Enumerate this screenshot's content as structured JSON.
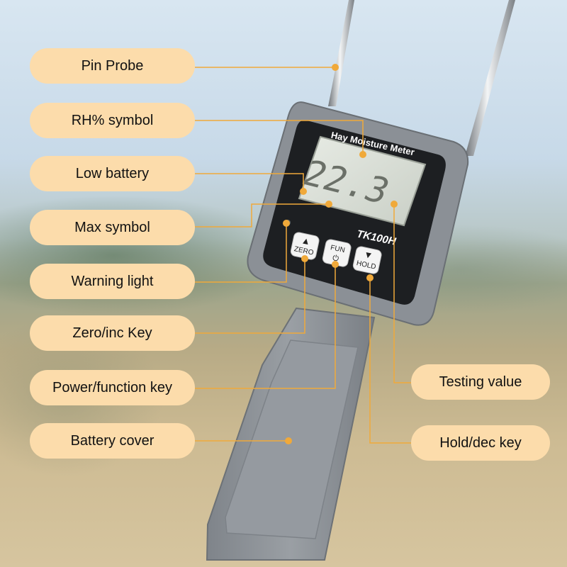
{
  "device": {
    "screen_title": "Hay Moisture Meter",
    "reading": "22.3",
    "model": "TK100H",
    "buttons": {
      "zero": {
        "arrow": "▲",
        "label": "ZERO"
      },
      "fun": {
        "label": "FUN",
        "power_symbol": "⏻"
      },
      "hold": {
        "arrow": "▼",
        "label": "HOLD"
      }
    }
  },
  "callouts": [
    {
      "id": "pin-probe",
      "text": "Pin Probe"
    },
    {
      "id": "rh-symbol",
      "text": "RH% symbol"
    },
    {
      "id": "low-battery",
      "text": "Low battery"
    },
    {
      "id": "max-symbol",
      "text": "Max symbol"
    },
    {
      "id": "warning-light",
      "text": "Warning light"
    },
    {
      "id": "zero-inc-key",
      "text": "Zero/inc Key"
    },
    {
      "id": "power-function-key",
      "text": "Power/function key"
    },
    {
      "id": "battery-cover",
      "text": "Battery cover"
    },
    {
      "id": "testing-value",
      "text": "Testing value"
    },
    {
      "id": "hold-dec-key",
      "text": "Hold/dec key"
    }
  ],
  "colors": {
    "label_fill": "#fcdcab",
    "connector": "#f0a93a",
    "body_grey": "#8a8f95",
    "screen": "#d9ded6"
  }
}
